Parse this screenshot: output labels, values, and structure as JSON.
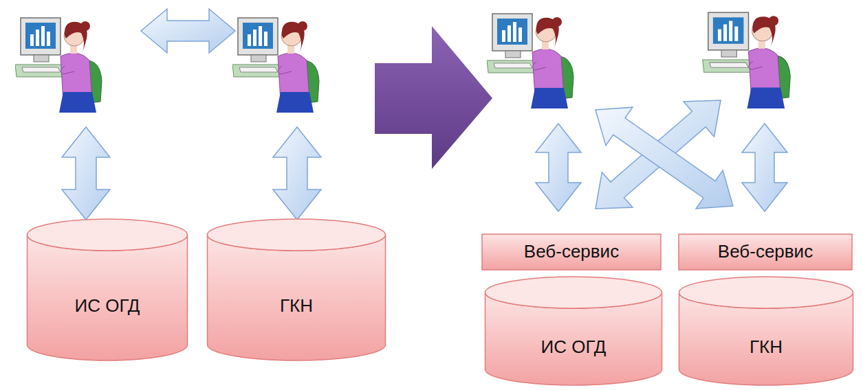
{
  "diagram": {
    "nodes": [
      {
        "text": [
          "ИС ОГД"
        ]
      },
      {
        "text": [
          "ГКН"
        ]
      },
      {
        "text": [
          "Веб-сервис"
        ]
      },
      {
        "text": [
          "Веб-сервис"
        ]
      },
      {
        "text": [
          "ИС ОГД"
        ]
      },
      {
        "text": [
          "ГКН"
        ]
      }
    ]
  }
}
